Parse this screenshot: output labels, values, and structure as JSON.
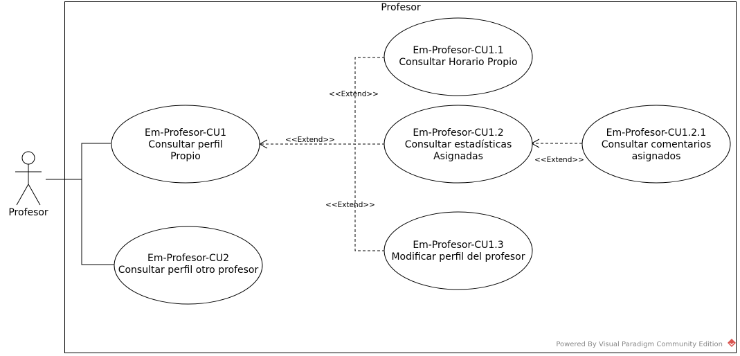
{
  "system": {
    "title": "Profesor"
  },
  "actor": {
    "label": "Profesor"
  },
  "use_cases": [
    {
      "id": "cu1",
      "lines": [
        "Em-Profesor-CU1",
        "Consultar perfil",
        "Propio"
      ]
    },
    {
      "id": "cu2",
      "lines": [
        "Em-Profesor-CU2",
        "Consultar perfil otro profesor"
      ]
    },
    {
      "id": "cu11",
      "lines": [
        "Em-Profesor-CU1.1",
        "Consultar Horario Propio"
      ]
    },
    {
      "id": "cu12",
      "lines": [
        "Em-Profesor-CU1.2",
        "Consultar estadísticas",
        "Asignadas"
      ]
    },
    {
      "id": "cu13",
      "lines": [
        "Em-Profesor-CU1.3",
        "Modificar perfil del profesor"
      ]
    },
    {
      "id": "cu121",
      "lines": [
        "Em-Profesor-CU1.2.1",
        "Consultar comentarios",
        "asignados"
      ]
    }
  ],
  "relations": {
    "extend_label": "<<Extend>>"
  },
  "watermark": {
    "text": "Powered By Visual Paradigm Community Edition"
  }
}
